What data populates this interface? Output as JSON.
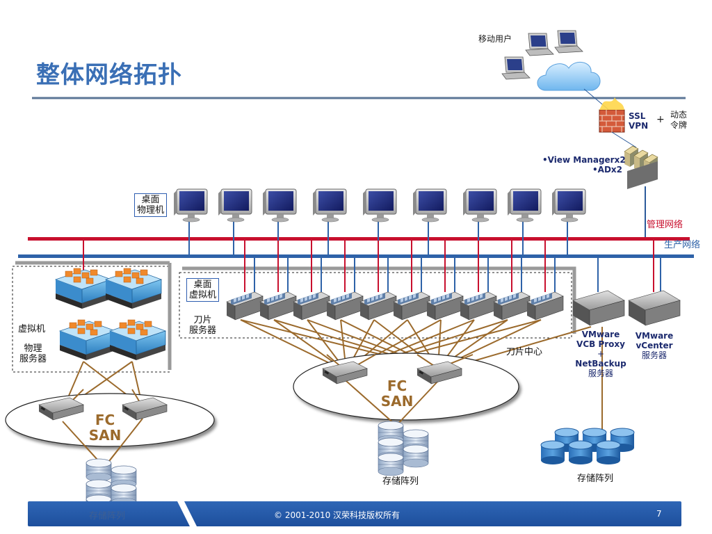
{
  "slide": {
    "title": "整体网络拓扑",
    "page_number": "7",
    "copyright": "© 2001-2010 汉荣科技版权所有"
  },
  "labels": {
    "mobile_users": "移动用户",
    "ssl_vpn": [
      "SSL",
      "VPN"
    ],
    "plus": "+",
    "dynamic_token": [
      "动态",
      "令牌"
    ],
    "view_manager": "•View Managerx2",
    "ad": "•ADx2",
    "desktop_physical": [
      "桌面",
      "物理机"
    ],
    "mgmt_network": "管理网络",
    "prod_network": "生产网络",
    "desktop_virtual": [
      "桌面",
      "虚拟机"
    ],
    "blade_server": [
      "刀片",
      "服务器"
    ],
    "virtual_machine": "虚拟机",
    "physical_server": [
      "物理",
      "服务器"
    ],
    "blade_center": "刀片中心",
    "vmware_vcb": [
      "VMware",
      "VCB Proxy",
      "+",
      "NetBackup",
      "服务器"
    ],
    "vmware_vcenter": [
      "VMware",
      "vCenter",
      "服务器"
    ],
    "fc_san": [
      "FC",
      "SAN"
    ],
    "storage_array": "存储阵列"
  },
  "colors": {
    "title": "#3a6fb5",
    "mgmt_network": "#c8102e",
    "prod_network": "#2e62a8",
    "fc_links": "#9b6a2c",
    "footer": "#2f66b6"
  },
  "icons": [
    "laptop-icon",
    "cloud-icon",
    "firewall-icon",
    "server-rack-icon",
    "monitor-icon",
    "blade-server-icon",
    "vm-host-icon",
    "fc-switch-icon",
    "storage-disk-icon",
    "rack-server-icon"
  ]
}
